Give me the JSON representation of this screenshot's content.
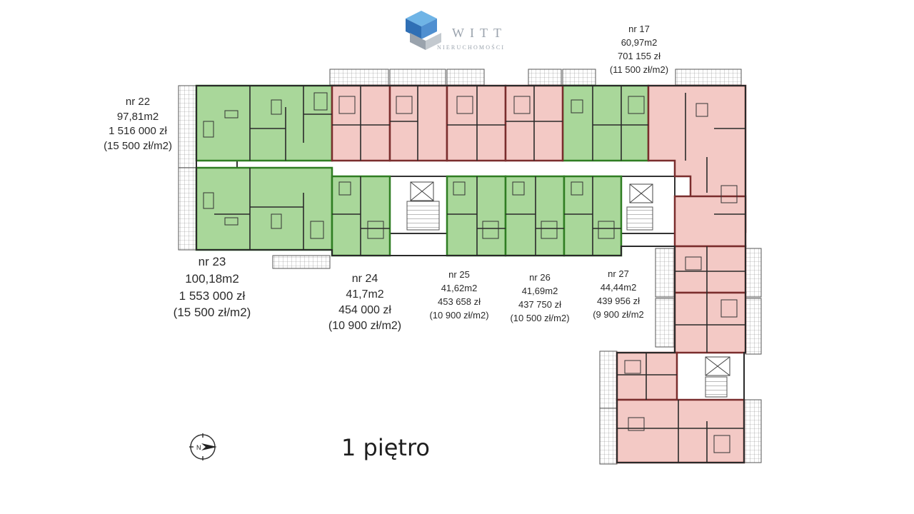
{
  "logo": {
    "name": "WITT",
    "subtitle": "NIERUCHOMOŚCI"
  },
  "floor_title": "1 piętro",
  "colors": {
    "available": "#a9d79a",
    "available_border": "#2f7d22",
    "sold": "#f3c9c5",
    "sold_border": "#7a2d2d",
    "wall": "#2a2a2a",
    "balcony": "#ffffff"
  },
  "units": [
    {
      "key": "nr22",
      "number": "nr  22",
      "area": "97,81m2",
      "price": "1 516 000 zł",
      "price_per_m2": "(15 500 zł/m2)",
      "status": "available"
    },
    {
      "key": "nr23",
      "number": "nr 23",
      "area": "100,18m2",
      "price": "1 553 000 zł",
      "price_per_m2": "(15 500 zł/m2)",
      "status": "available"
    },
    {
      "key": "nr24",
      "number": "nr 24",
      "area": "41,7m2",
      "price": "454 000 zł",
      "price_per_m2": "(10 900 zł/m2)",
      "status": "available"
    },
    {
      "key": "nr25",
      "number": "nr  25",
      "area": "41,62m2",
      "price": "453 658 zł",
      "price_per_m2": "(10 900 zł/m2)",
      "status": "available"
    },
    {
      "key": "nr26",
      "number": "nr  26",
      "area": "41,69m2",
      "price": "437 750 zł",
      "price_per_m2": "(10 500 zł/m2)",
      "status": "available"
    },
    {
      "key": "nr27",
      "number": "nr 27",
      "area": "44,44m2",
      "price": "439 956 zł",
      "price_per_m2": "(9 900 zł/m2",
      "status": "available"
    },
    {
      "key": "nr17",
      "number": "nr  17",
      "area": "60,97m2",
      "price": "701 155 zł",
      "price_per_m2": "(11 500 zł/m2)",
      "status": "available"
    }
  ],
  "compass_icon": "north-arrow-icon"
}
